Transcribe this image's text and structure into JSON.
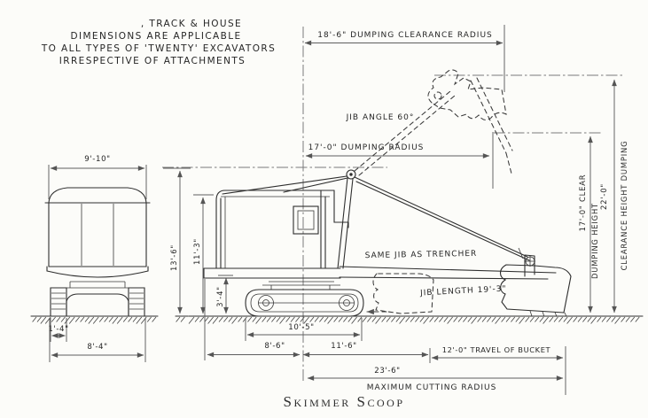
{
  "page": {
    "background": "#fcfcf9",
    "ink_color": "#2e2e2e",
    "dimension_color": "#5e5e5e"
  },
  "note": {
    "line1": ", TRACK & HOUSE",
    "line2": "DIMENSIONS ARE APPLICABLE",
    "line3": "TO ALL TYPES OF 'TWENTY' EXCAVATORS",
    "line4": "IRRESPECTIVE OF ATTACHMENTS"
  },
  "radii": {
    "dumping_clearance": "18'-6\" DUMPING CLEARANCE RADIUS",
    "jib_angle": "JIB ANGLE 60°",
    "dumping": "17'-0\" DUMPING RADIUS",
    "bucket_travel": "12'-0\" TRAVEL OF BUCKET",
    "max_cutting_value": "23'-6\"",
    "max_cutting_label": "MAXIMUM CUTTING RADIUS"
  },
  "jib": {
    "same_as": "SAME JIB AS TRENCHER",
    "length": "JIB LENGTH 19'-3\""
  },
  "heights": {
    "clear_dumping_value": "17'-0\" CLEAR",
    "clear_dumping_label": "DUMPING HEIGHT",
    "clearance_value": "22'-0\"",
    "clearance_label": "CLEARANCE HEIGHT DUMPING"
  },
  "rear_view": {
    "house_width": "9'-10\"",
    "track_shoe_width": "1'-4\"",
    "track_gauge": "8'-4\""
  },
  "side_view": {
    "overall_height": "13'-6\"",
    "cab_height": "11'-3\"",
    "platform_height": "3'-4\"",
    "track_length": "10'-5\"",
    "rear_to_center": "8'-6\"",
    "center_to_front": "11'-6\""
  },
  "caption": "Skimmer Scoop"
}
